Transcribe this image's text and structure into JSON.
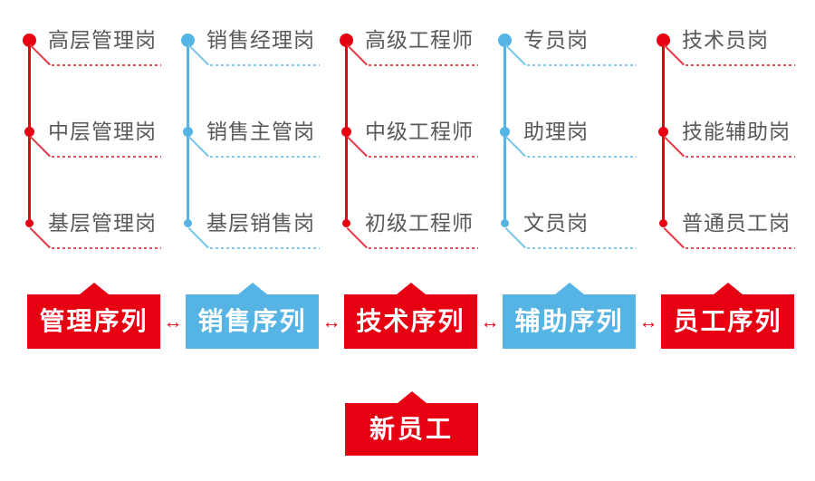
{
  "columns": [
    {
      "banner": "管理序列",
      "style": "red",
      "items": [
        "高层管理岗",
        "中层管理岗",
        "基层管理岗"
      ]
    },
    {
      "banner": "销售序列",
      "style": "blue",
      "items": [
        "销售经理岗",
        "销售主管岗",
        "基层销售岗"
      ]
    },
    {
      "banner": "技术序列",
      "style": "red",
      "items": [
        "高级工程师",
        "中级工程师",
        "初级工程师"
      ]
    },
    {
      "banner": "辅助序列",
      "style": "blue",
      "items": [
        "专员岗",
        "助理岗",
        "文员岗"
      ]
    },
    {
      "banner": "员工序列",
      "style": "red",
      "items": [
        "技术员岗",
        "技能辅助岗",
        "普通员工岗"
      ]
    }
  ],
  "link_arrow": "↔",
  "bottom_banner": {
    "label": "新员工"
  },
  "palette": {
    "red": "#e60012",
    "blue": "#55b4e4",
    "item_text": "#58595b",
    "banner_text": "#ffffff",
    "background": "#ffffff"
  }
}
